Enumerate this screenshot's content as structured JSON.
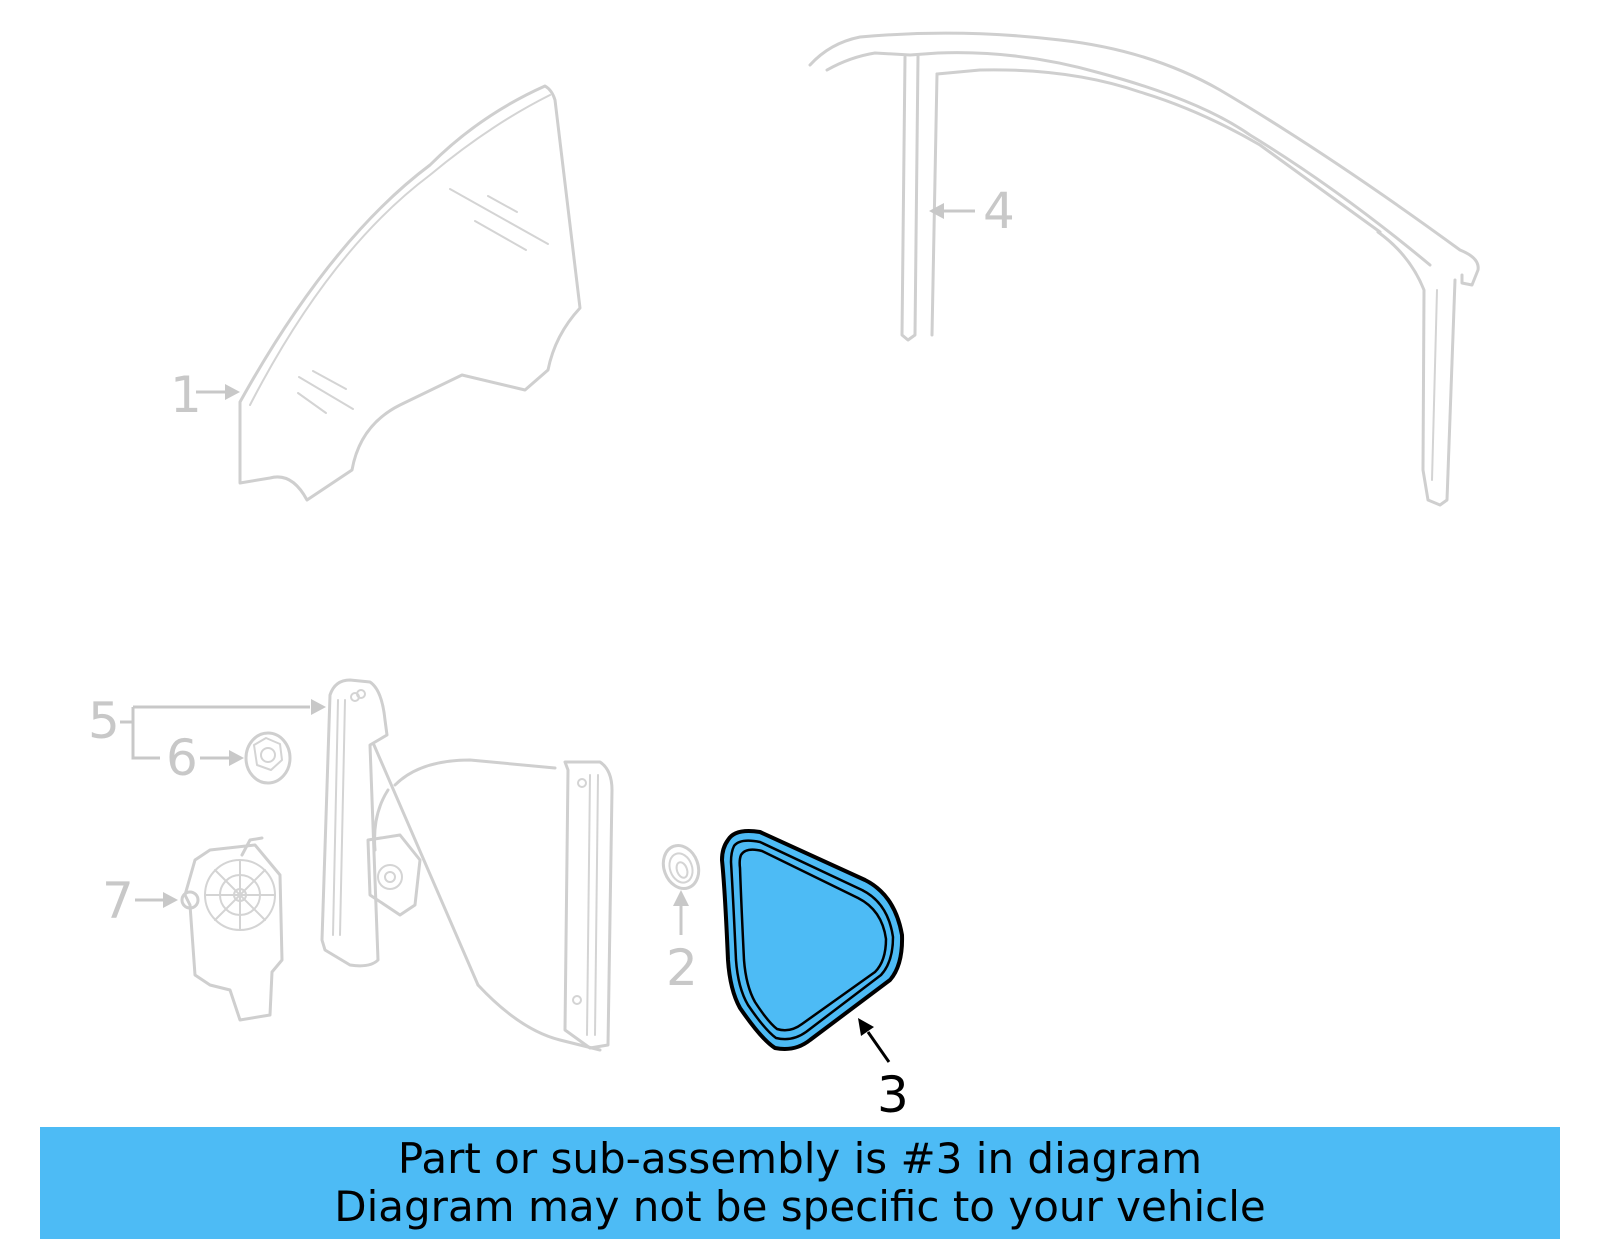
{
  "diagram": {
    "title": "Door window and regulator parts diagram",
    "highlight_color": "#4dbbf5",
    "ghost_color": "#cfcfcf",
    "callouts": [
      {
        "number": "1",
        "part": "door-glass",
        "highlighted": false
      },
      {
        "number": "2",
        "part": "grommet",
        "highlighted": false
      },
      {
        "number": "3",
        "part": "water-shield-seal",
        "highlighted": true
      },
      {
        "number": "4",
        "part": "door-frame-weatherstrip",
        "highlighted": false
      },
      {
        "number": "5",
        "part": "window-regulator",
        "highlighted": false
      },
      {
        "number": "6",
        "part": "nut",
        "highlighted": false
      },
      {
        "number": "7",
        "part": "window-motor",
        "highlighted": false
      }
    ]
  },
  "banner": {
    "line1": "Part or sub-assembly is #3 in diagram",
    "line2": "Diagram may not be specific to your vehicle",
    "background": "#4dbbf5"
  }
}
